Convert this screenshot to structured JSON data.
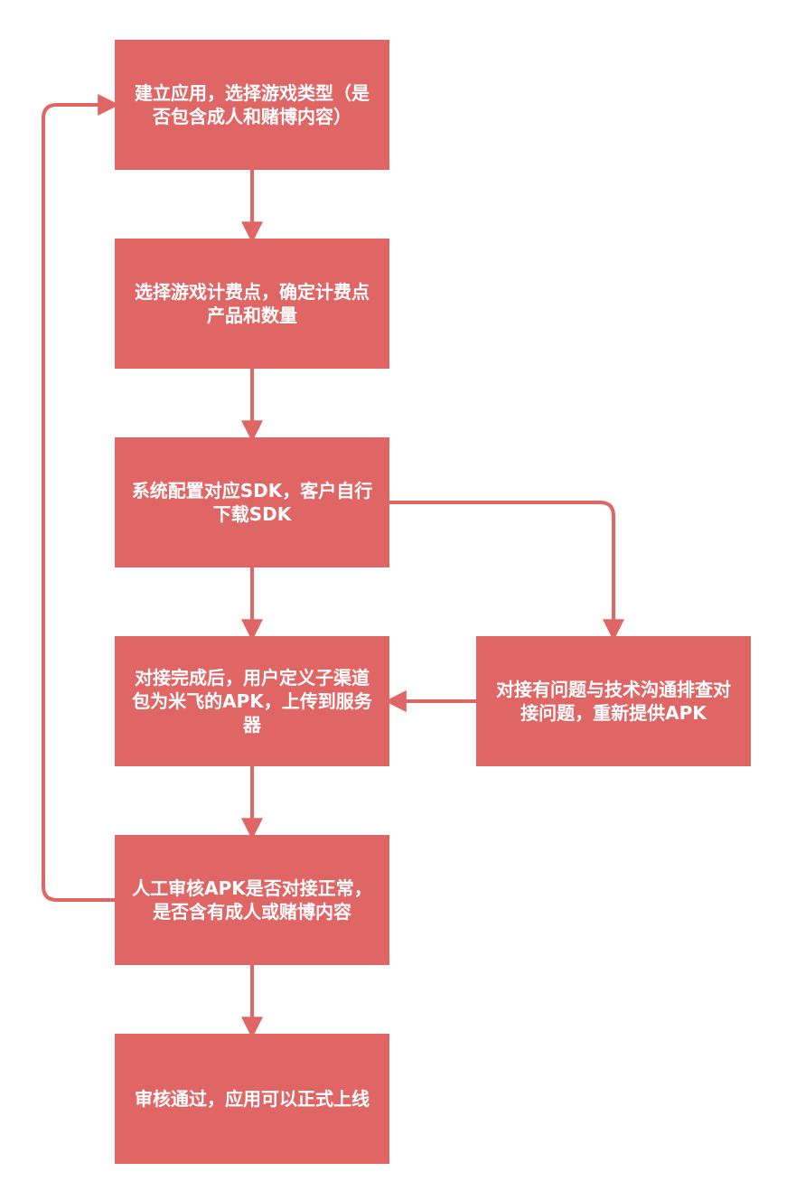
{
  "colors": {
    "box_fill": "#e06666",
    "box_text": "#ffffff",
    "connector": "#e06666"
  },
  "diagram": {
    "steps": [
      {
        "id": "step-1",
        "label": "建立应用，选择游戏类型（是否包含成人和赌博内容）"
      },
      {
        "id": "step-2",
        "label": "选择游戏计费点，确定计费点产品和数量"
      },
      {
        "id": "step-3",
        "label": "系统配置对应SDK，客户自行下载SDK"
      },
      {
        "id": "step-4",
        "label": "对接完成后，用户定义子渠道包为米飞的APK，上传到服务器"
      },
      {
        "id": "step-5",
        "label": "人工审核APK是否对接正常，是否含有成人或赌博内容"
      },
      {
        "id": "step-6",
        "label": "审核通过，应用可以正式上线"
      }
    ],
    "side_step": {
      "id": "step-side",
      "label": "对接有问题与技术沟通排查对接问题，重新提供APK"
    }
  }
}
